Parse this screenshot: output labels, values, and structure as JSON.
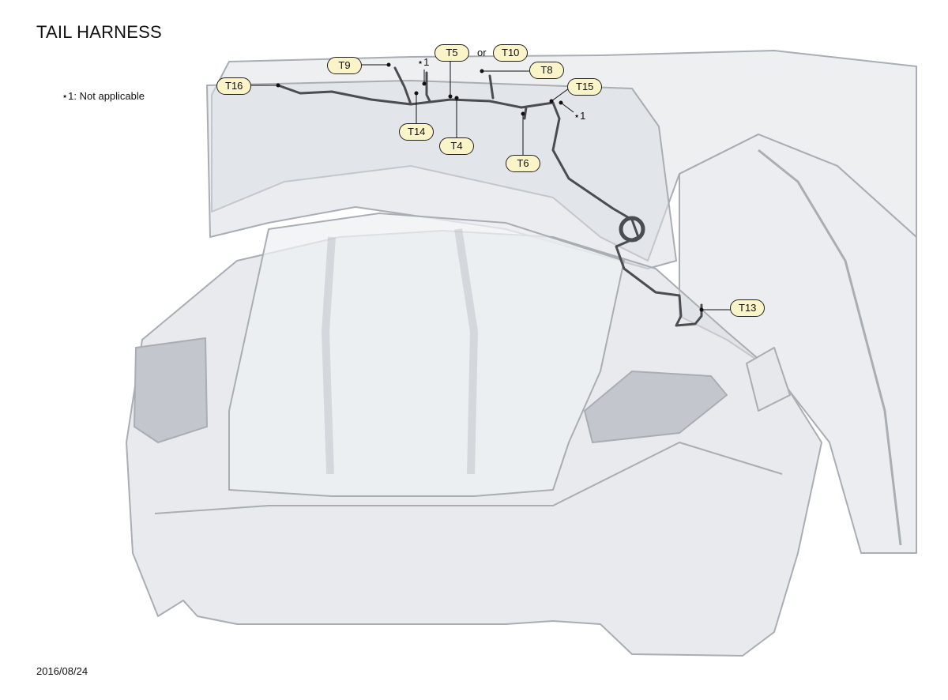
{
  "title": "TAIL HARNESS",
  "note": {
    "symbol": "⋆1",
    "separator": ":",
    "text": "Not applicable"
  },
  "date": "2016/08/24",
  "connectors": {
    "t16": "T16",
    "t9": "T9",
    "star1_top": "⋆1",
    "t5": "T5",
    "or": "or",
    "t10": "T10",
    "t8": "T8",
    "t15": "T15",
    "star1_right": "⋆1",
    "t14": "T14",
    "t4": "T4",
    "t6": "T6",
    "t13": "T13"
  },
  "colors": {
    "tag_fill": "#fbf4c8",
    "body_fill": "#d9dce1",
    "body_stroke": "#a9adb4",
    "harness": "#4a4d52"
  }
}
